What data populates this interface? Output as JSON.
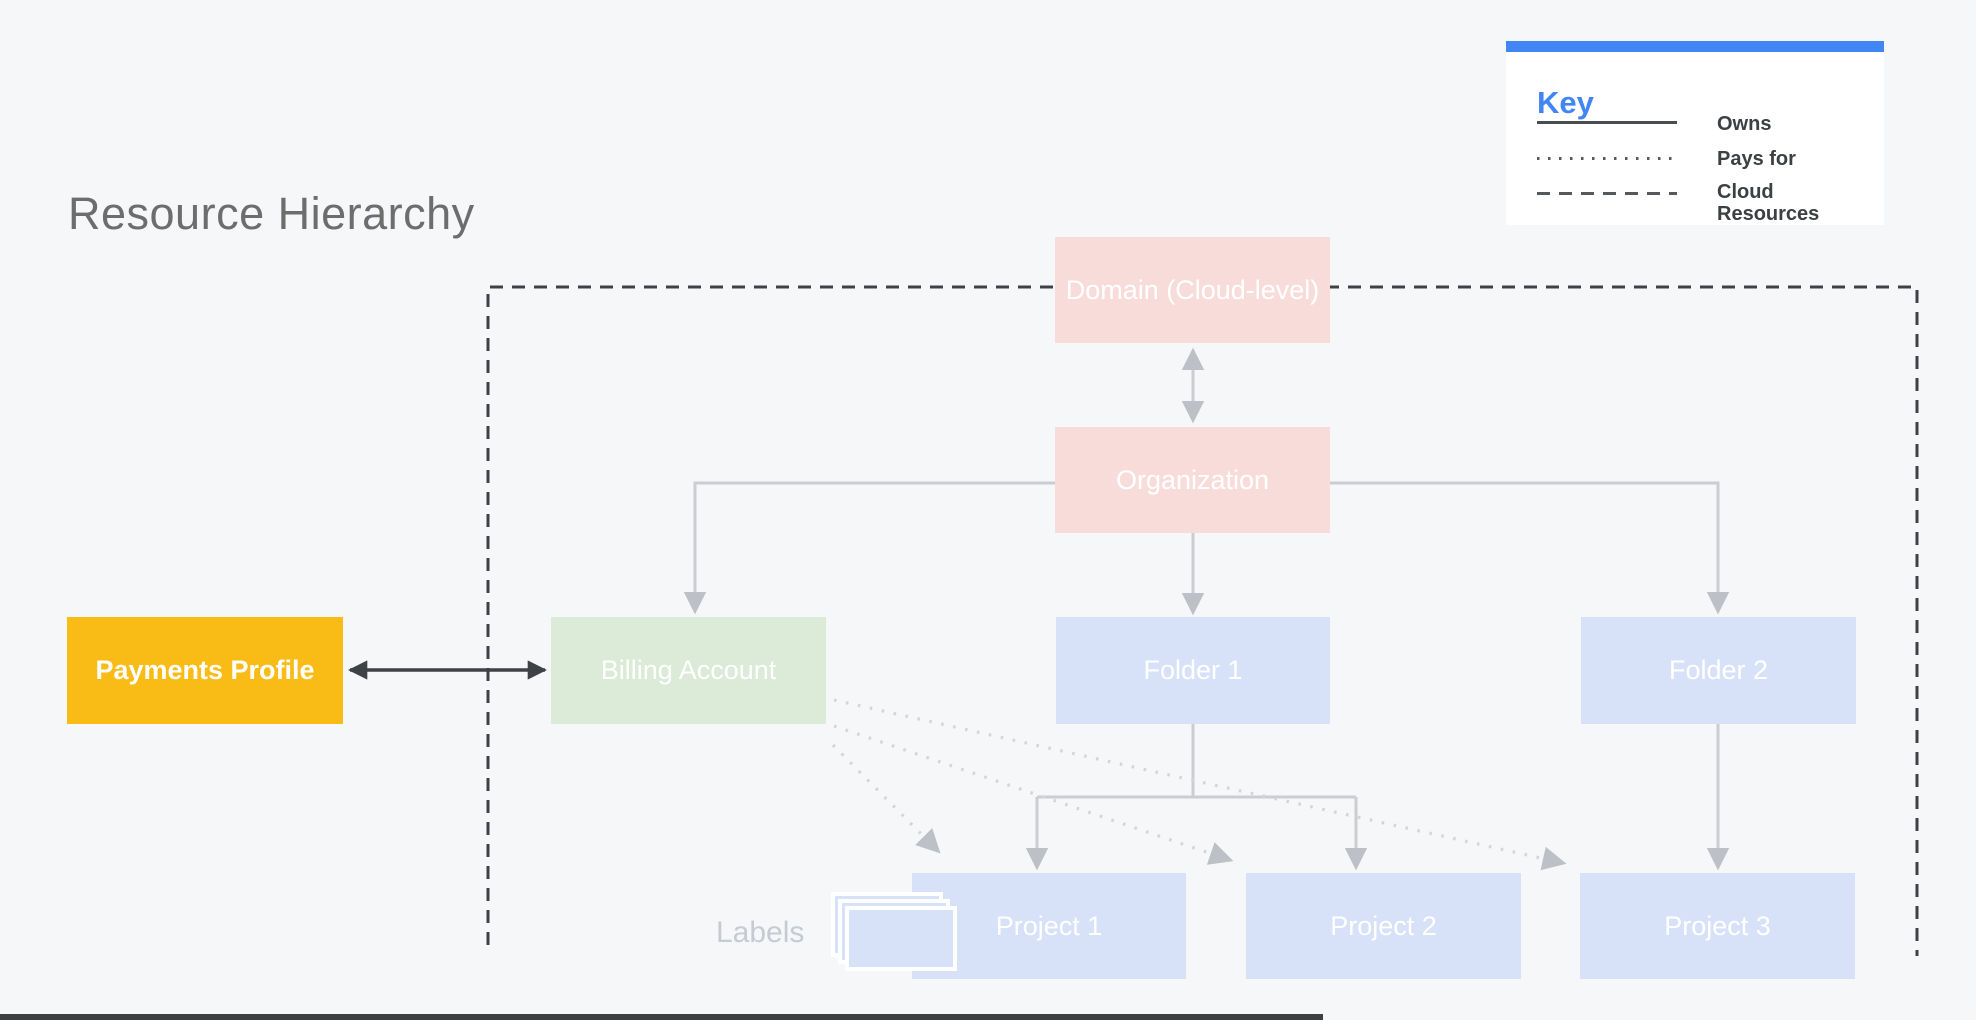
{
  "title": "Resource Hierarchy",
  "key": {
    "heading": "Key",
    "items": [
      {
        "style": "solid",
        "label": "Owns"
      },
      {
        "style": "dotted",
        "label": "Pays for"
      },
      {
        "style": "dashed",
        "label": "Cloud Resources"
      }
    ]
  },
  "nodes": {
    "domain": {
      "label": "Domain (Cloud-level)"
    },
    "organization": {
      "label": "Organization"
    },
    "billing_account": {
      "label": "Billing Account"
    },
    "folder1": {
      "label": "Folder 1"
    },
    "folder2": {
      "label": "Folder 2"
    },
    "payments_profile": {
      "label": "Payments Profile"
    },
    "project1": {
      "label": "Project 1"
    },
    "project2": {
      "label": "Project 2"
    },
    "project3": {
      "label": "Project 3"
    }
  },
  "labels_caption": "Labels",
  "colors": {
    "bg": "#f5f7f9",
    "box_pink": "#f8dcda",
    "box_green": "#dcead8",
    "box_blue": "#d7e2f8",
    "box_yellow": "#f9bb15",
    "key_blue": "#4285f4",
    "title_gray": "#6d6d6d",
    "legend_text": "#3c4043",
    "line_gray": "#cacdd2",
    "arrow_gray": "#bdc1c7",
    "dotted_gray": "#d3d5da",
    "dark": "#3e4145",
    "caption_gray": "#c6cbd3",
    "box_text": "#ffffff"
  }
}
